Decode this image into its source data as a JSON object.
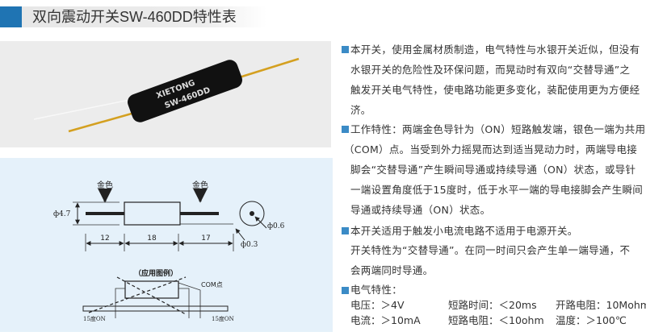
{
  "title": "双向震动开关SW-460DD特性表",
  "photo": {
    "brand": "XIETONG",
    "model": "SW-460DD"
  },
  "diagram": {
    "gold_label_left": "金色",
    "gold_label_right": "金色",
    "diameter_body": "ф4.7",
    "diameter_pin": "ф0.6",
    "diameter_lead": "ф0.3",
    "dim_left": "12",
    "dim_body": "18",
    "dim_right": "17",
    "application_title": "（应用图例）",
    "com_label": "COM点",
    "angle_left": "15度ON",
    "angle_right": "15度ON"
  },
  "paragraphs": [
    {
      "lines": [
        "本开关，使用金属材质制造，电气特性与水银开关近似，但没有",
        "水银开关的危险性及环保问题，而晃动时有双向“交替导通”之",
        "触发开关电气特性，使电路功能更多变化，装配使用更为方便经",
        "济。"
      ]
    },
    {
      "lines": [
        "工作特性：两端金色导针为（ON）短路触发端，银色一端为共用",
        "（COM）点。当受到外力摇晃而达到适当晃动力时，两端导电接",
        "脚会“交替导通”产生瞬间导通或持续导通（ON）状态，或导针",
        "一端设置角度低于15度时，低于水平一端的导电接脚会产生瞬间",
        "导通或持续导通（ON）状态。"
      ]
    },
    {
      "lines": [
        "本开关适用于触发小电流电路不适用于电源开关。",
        "开关特性为“交替导通”。在同一时间只会产生单一端导通，不",
        "会两端同时导通。"
      ]
    }
  ],
  "electrical": {
    "heading": "电气特性：",
    "specs": [
      [
        "电压：＞4V",
        "短路时间：＜20ms",
        "开路电阻：10Mohm"
      ],
      [
        "电流：＞10mA",
        "短路电阻：＜10ohm",
        "温度：＞100℃"
      ]
    ]
  },
  "colors": {
    "accent": "#1f74b3",
    "bullet": "#3b8bc6",
    "diagram_bg": "#e5f1fa",
    "photo_bg": "#ececec"
  }
}
